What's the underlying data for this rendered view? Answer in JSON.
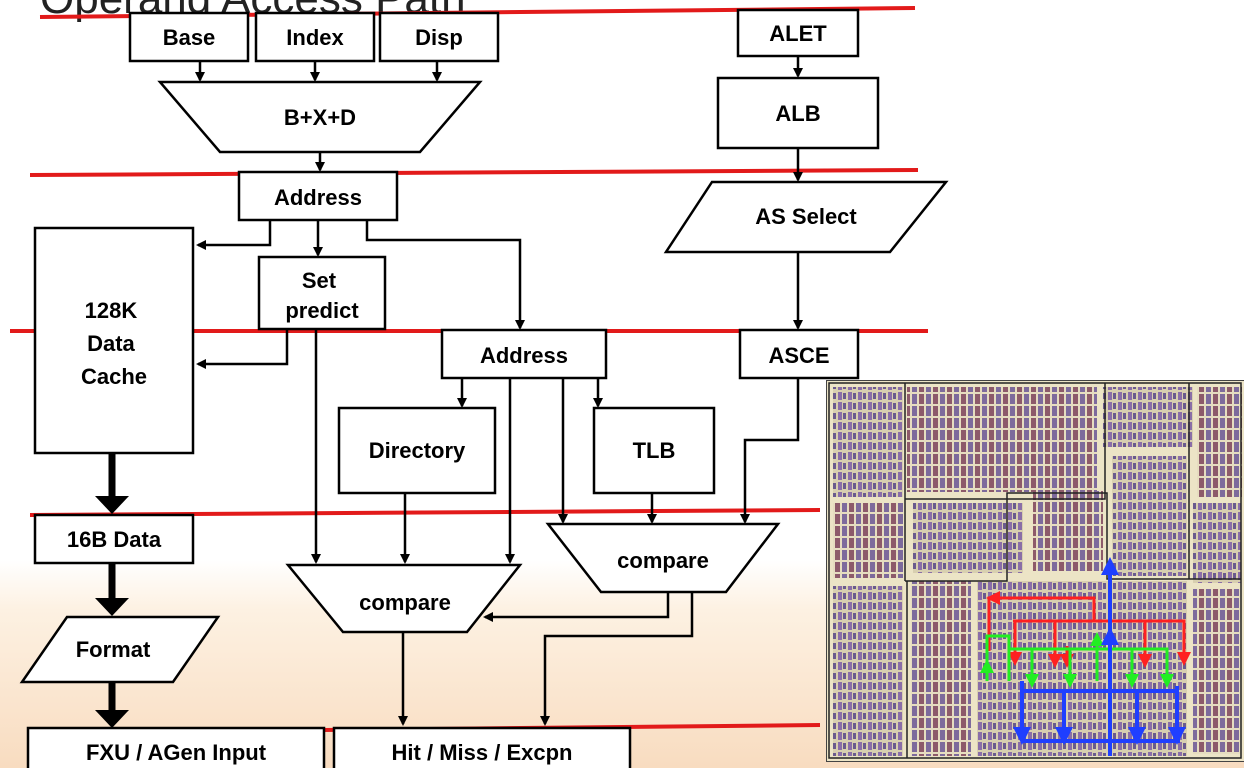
{
  "title": "Operand Access Path",
  "blocks": {
    "base": "Base",
    "index": "Index",
    "disp": "Disp",
    "adder": "B+X+D",
    "address1": "Address",
    "data_cache": [
      "128K",
      "Data",
      "Cache"
    ],
    "set_predict": [
      "Set",
      "predict"
    ],
    "address2": "Address",
    "directory": "Directory",
    "tlb": "TLB",
    "compare_left": "compare",
    "compare_right": "compare",
    "data16": "16B Data",
    "format": "Format",
    "fxu": "FXU / AGen Input",
    "hit_miss": "Hit / Miss / Excpn",
    "alet": "ALET",
    "alb": "ALB",
    "as_select": "AS Select",
    "asce": "ASCE"
  },
  "colors": {
    "stage_lines": "#e21a1a",
    "chip_red_arrows": "#ff2020",
    "chip_green_arrows": "#22ee22",
    "chip_blue_arrows": "#1f3fff"
  }
}
